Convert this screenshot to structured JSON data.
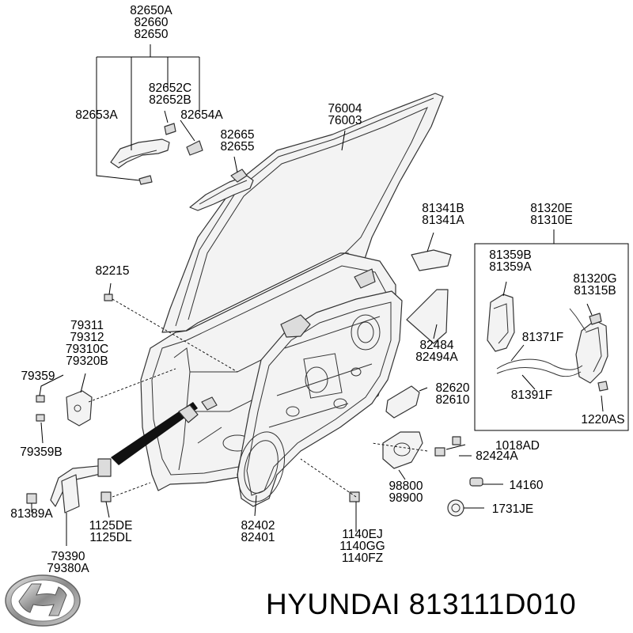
{
  "callouts": [
    {
      "id": "c1",
      "lines": [
        "82650A",
        "82660",
        "82650"
      ]
    },
    {
      "id": "c2",
      "lines": [
        "82652C",
        "82652B"
      ]
    },
    {
      "id": "c3",
      "lines": [
        "82653A"
      ]
    },
    {
      "id": "c4",
      "lines": [
        "82654A"
      ]
    },
    {
      "id": "c5",
      "lines": [
        "76004",
        "76003"
      ]
    },
    {
      "id": "c6",
      "lines": [
        "82665",
        "82655"
      ]
    },
    {
      "id": "c7",
      "lines": [
        "81341B",
        "81341A"
      ]
    },
    {
      "id": "c8",
      "lines": [
        "81320E",
        "81310E"
      ]
    },
    {
      "id": "c9",
      "lines": [
        "81359B",
        "81359A"
      ]
    },
    {
      "id": "c10",
      "lines": [
        "81320G",
        "81315B"
      ]
    },
    {
      "id": "c11",
      "lines": [
        "82215"
      ]
    },
    {
      "id": "c12",
      "lines": [
        "79311",
        "79312",
        "79310C",
        "79320B"
      ]
    },
    {
      "id": "c13",
      "lines": [
        "79359"
      ]
    },
    {
      "id": "c14",
      "lines": [
        "82484",
        "82494A"
      ]
    },
    {
      "id": "c15",
      "lines": [
        "81371F"
      ]
    },
    {
      "id": "c16",
      "lines": [
        "81391F"
      ]
    },
    {
      "id": "c17",
      "lines": [
        "82620",
        "82610"
      ]
    },
    {
      "id": "c18",
      "lines": [
        "1220AS"
      ]
    },
    {
      "id": "c19",
      "lines": [
        "79359B"
      ]
    },
    {
      "id": "c20",
      "lines": [
        "1018AD"
      ]
    },
    {
      "id": "c21",
      "lines": [
        "82424A"
      ]
    },
    {
      "id": "c22",
      "lines": [
        "98800",
        "98900"
      ]
    },
    {
      "id": "c23",
      "lines": [
        "14160"
      ]
    },
    {
      "id": "c24",
      "lines": [
        "1731JE"
      ]
    },
    {
      "id": "c25",
      "lines": [
        "81389A"
      ]
    },
    {
      "id": "c26",
      "lines": [
        "1125DE",
        "1125DL"
      ]
    },
    {
      "id": "c27",
      "lines": [
        "82402",
        "82401"
      ]
    },
    {
      "id": "c28",
      "lines": [
        "1140EJ",
        "1140GG",
        "1140FZ"
      ]
    },
    {
      "id": "c29",
      "lines": [
        "79390",
        "79380A"
      ]
    }
  ],
  "footer": {
    "brand": "HYUNDAI",
    "part_number": "813111D010",
    "text": "HYUNDAI 813111D010"
  },
  "logo": {
    "icon": "hyundai-logo-icon"
  }
}
